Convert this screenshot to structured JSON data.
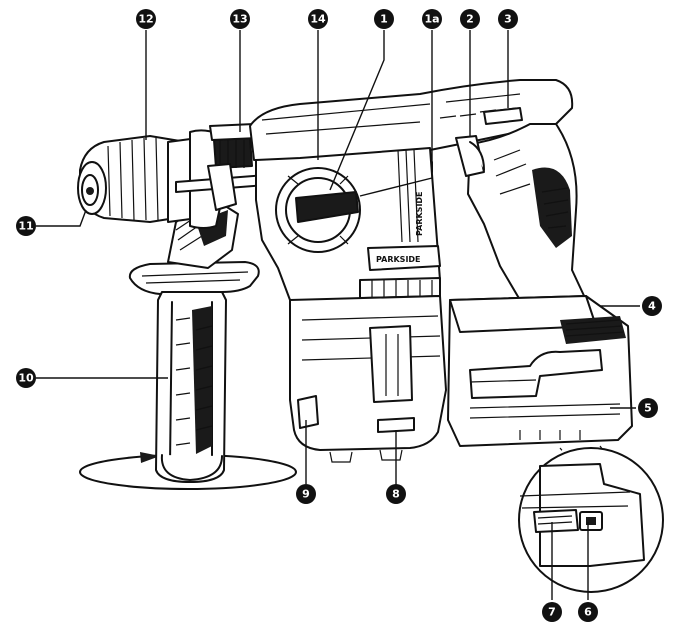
{
  "figure": {
    "callouts": [
      {
        "id": "c1",
        "label": "1"
      },
      {
        "id": "c1a",
        "label": "1a"
      },
      {
        "id": "c2",
        "label": "2"
      },
      {
        "id": "c3",
        "label": "3"
      },
      {
        "id": "c4",
        "label": "4"
      },
      {
        "id": "c5",
        "label": "5"
      },
      {
        "id": "c6",
        "label": "6"
      },
      {
        "id": "c7",
        "label": "7"
      },
      {
        "id": "c8",
        "label": "8"
      },
      {
        "id": "c9",
        "label": "9"
      },
      {
        "id": "c10",
        "label": "10"
      },
      {
        "id": "c11",
        "label": "11"
      },
      {
        "id": "c12",
        "label": "12"
      },
      {
        "id": "c13",
        "label": "13"
      },
      {
        "id": "c14",
        "label": "14"
      }
    ],
    "brand_front": "PARKSIDE",
    "brand_side": "PARKSIDE",
    "colors": {
      "ink": "#111111",
      "paper": "#ffffff"
    }
  }
}
